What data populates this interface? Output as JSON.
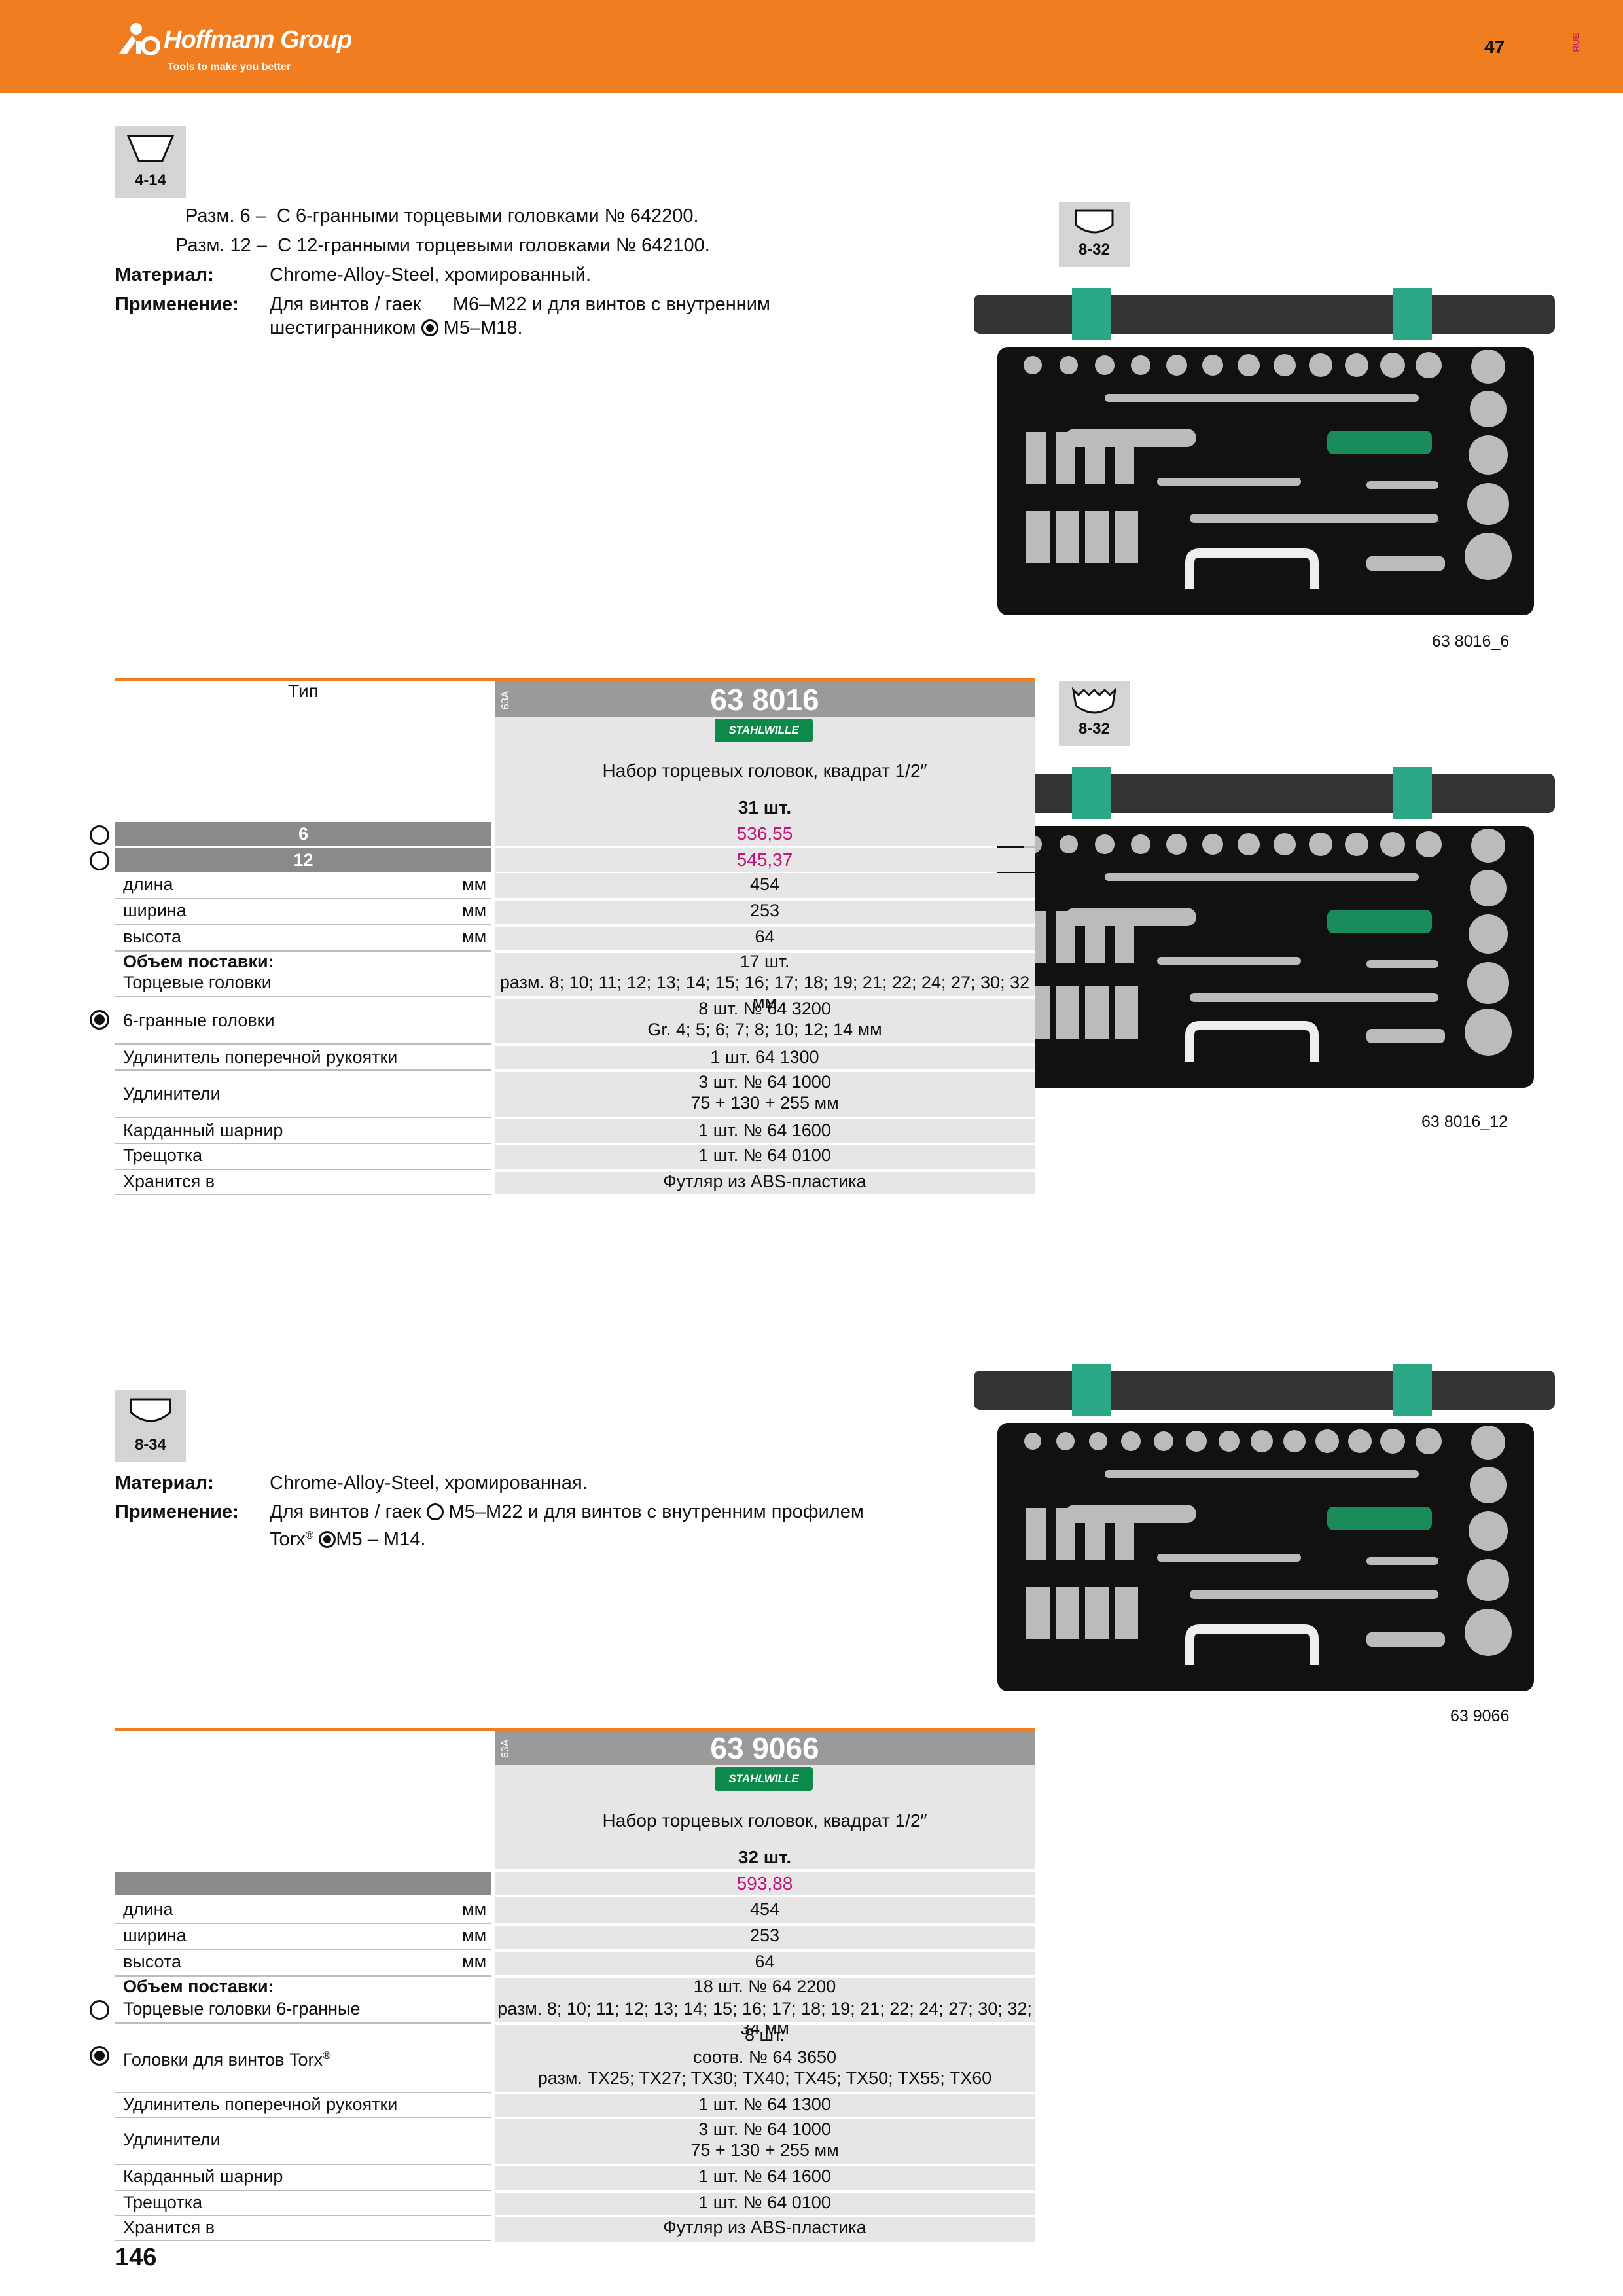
{
  "header": {
    "brand": "Hoffmann Group",
    "tagline": "Tools to make you better",
    "page_number_top": "47",
    "lang": "RUE"
  },
  "section1": {
    "badge": "4-14",
    "lines": [
      {
        "label": "Разм. 6 –",
        "text": "С 6-гранными торцевыми головками № 642200."
      },
      {
        "label": "Разм. 12 –",
        "text": "С 12-гранными торцевыми головками № 642100."
      },
      {
        "label": "Материал:",
        "text": "Chrome-Alloy-Steel, хромированный."
      },
      {
        "label": "Применение:",
        "text": "Для винтов / гаек",
        "text_b": "M6–M22 и для винтов с внутренним"
      },
      {
        "label": "",
        "text": "шестигранником",
        "text_b": "M5–M18."
      }
    ],
    "image_badge_1": "8-32",
    "image_caption_1": "63 8016_6",
    "image_badge_2": "8-32",
    "image_caption_2": "63 8016_12",
    "table": {
      "type_label": "Тип",
      "code_vert": "63A",
      "product_number": "63 8016",
      "brand_logo": "STAHLWILLE",
      "description": "Набор торцевых головок, квадрат 1/2″",
      "count": "31 шт.",
      "variants": [
        {
          "size": "6",
          "price": "536,55"
        },
        {
          "size": "12",
          "price": "545,37"
        }
      ],
      "rows": [
        {
          "label": "длина",
          "unit": "мм",
          "value": "454"
        },
        {
          "label": "ширина",
          "unit": "мм",
          "value": "253"
        },
        {
          "label": "высота",
          "unit": "мм",
          "value": "64"
        }
      ],
      "supply_label": "Объем поставки:",
      "supply_rows": [
        {
          "label": "Торцевые головки",
          "value1": "17 шт.",
          "value2": "разм. 8; 10; 11; 12; 13; 14; 15; 16; 17; 18; 19; 21; 22; 24; 27; 30; 32 мм"
        },
        {
          "label": "6-гранные головки",
          "value1": "8 шт. № 64 3200",
          "value2": "Gr. 4; 5; 6; 7; 8; 10; 12; 14 мм"
        },
        {
          "label": "Удлинитель поперечной рукоятки",
          "value1": "1 шт. 64 1300"
        },
        {
          "label": "Удлинители",
          "value1": "3 шт. № 64 1000",
          "value2": "75 + 130 + 255 мм"
        },
        {
          "label": "Карданный шарнир",
          "value1": "1 шт. № 64 1600"
        },
        {
          "label": "Трещотка",
          "value1": "1 шт. № 64 0100"
        },
        {
          "label": "Хранится в",
          "value1": "Футляр из ABS-пластика"
        }
      ]
    }
  },
  "section2": {
    "badge": "8-34",
    "lines": [
      {
        "label": "Материал:",
        "text": "Chrome-Alloy-Steel, хромированная."
      },
      {
        "label": "Применение:",
        "text": "Для винтов / гаек",
        "text_b": "M5–M22 и для винтов с внутренним профилем"
      },
      {
        "label": "",
        "text": "Torx",
        "text_sup": "®",
        "text_b": "M5 – M14."
      }
    ],
    "image_caption": "63 9066",
    "table": {
      "code_vert": "63A",
      "product_number": "63 9066",
      "brand_logo": "STAHLWILLE",
      "description": "Набор торцевых головок, квадрат 1/2″",
      "count": "32 шт.",
      "price": "593,88",
      "rows": [
        {
          "label": "длина",
          "unit": "мм",
          "value": "454"
        },
        {
          "label": "ширина",
          "unit": "мм",
          "value": "253"
        },
        {
          "label": "высота",
          "unit": "мм",
          "value": "64"
        }
      ],
      "supply_label": "Объем поставки:",
      "supply_rows": [
        {
          "label": "Торцевые головки 6-гранные",
          "value1": "18 шт. № 64 2200",
          "value2": "разм. 8; 10; 11; 12; 13; 14; 15; 16; 17; 18; 19; 21; 22; 24; 27; 30; 32; 34 мм"
        },
        {
          "label": "Головки для винтов Torx",
          "label_sup": "®",
          "value1": "8 шт.",
          "value2": "соотв. № 64 3650",
          "value3": "разм. TX25; TX27; TX30; TX40; TX45; TX50; TX55; TX60"
        },
        {
          "label": "Удлинитель поперечной рукоятки",
          "value1": "1 шт. № 64 1300"
        },
        {
          "label": "Удлинители",
          "value1": "3 шт. № 64 1000",
          "value2": "75 + 130 + 255 мм"
        },
        {
          "label": "Карданный шарнир",
          "value1": "1 шт. № 64 1600"
        },
        {
          "label": "Трещотка",
          "value1": "1 шт. № 64 0100"
        },
        {
          "label": "Хранится в",
          "value1": "Футляр из ABS-пластика"
        }
      ]
    }
  },
  "footer": {
    "page_number": "146"
  },
  "colors": {
    "brand_orange": "#f07d1f",
    "price_pink": "#c0187a",
    "stahlwille_green": "#0d8a4b"
  }
}
